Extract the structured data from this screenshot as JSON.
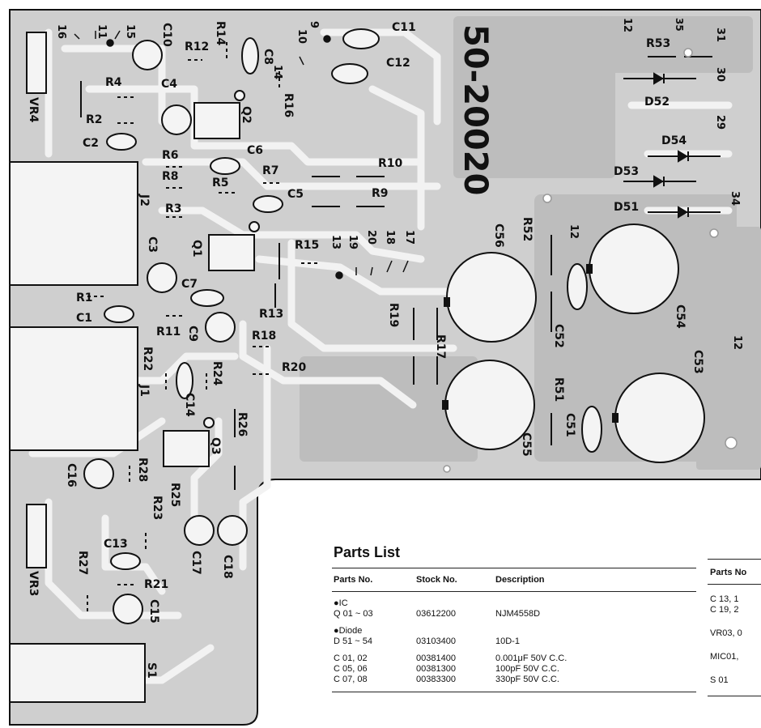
{
  "board": {
    "board_number": "50-20020",
    "vr_labels": [
      "VR4",
      "VR3"
    ],
    "jack_labels": [
      "J2",
      "J1"
    ],
    "switch_label": "S1",
    "transistor_labels": [
      "Q1",
      "Q2",
      "Q3"
    ],
    "terminal_labels": [
      "16",
      "11",
      "15",
      "9",
      "10",
      "14",
      "13",
      "19",
      "20",
      "18",
      "17",
      "12",
      "12",
      "12",
      "35",
      "31",
      "30",
      "29",
      "34"
    ],
    "resistor_labels": [
      "R12",
      "R14",
      "R4",
      "R2",
      "R16",
      "R6",
      "R8",
      "R5",
      "R7",
      "R10",
      "R9",
      "R3",
      "R15",
      "R1",
      "R13",
      "R11",
      "R18",
      "R20",
      "R22",
      "R24",
      "R26",
      "R28",
      "R23",
      "R25",
      "R27",
      "R21",
      "R53",
      "R52",
      "R19",
      "R17",
      "R51"
    ],
    "capacitor_labels": [
      "C10",
      "C11",
      "C12",
      "C8",
      "C4",
      "C2",
      "C6",
      "C5",
      "C3",
      "C7",
      "C1",
      "C9",
      "C14",
      "C16",
      "C13",
      "C15",
      "C17",
      "C18",
      "C56",
      "C52",
      "C54",
      "C53",
      "C55",
      "C51"
    ],
    "diode_labels": [
      "D52",
      "D54",
      "D53",
      "D51"
    ]
  },
  "parts_list": {
    "title": "Parts List",
    "headers": [
      "Parts No.",
      "Stock No.",
      "Description"
    ],
    "groups": [
      {
        "title": "●IC",
        "rows": [
          [
            "Q  01 ~ 03",
            "03612200",
            "NJM4558D"
          ]
        ]
      },
      {
        "title": "●Diode",
        "rows": [
          [
            "D  51 ~ 54",
            "03103400",
            "10D-1"
          ]
        ]
      },
      {
        "title": "",
        "rows": [
          [
            "C  01, 02",
            "00381400",
            "0.001μF  50V  C.C."
          ],
          [
            "C  05, 06",
            "00381300",
            "100pF  50V  C.C."
          ],
          [
            "C  07, 08",
            "00383300",
            "330pF  50V  C.C."
          ]
        ]
      }
    ]
  },
  "parts_list_2": {
    "header": "Parts No",
    "rows": [
      "C  13, 1",
      "C  19, 2",
      "VR03, 0",
      "MIC01,",
      "S  01"
    ]
  }
}
